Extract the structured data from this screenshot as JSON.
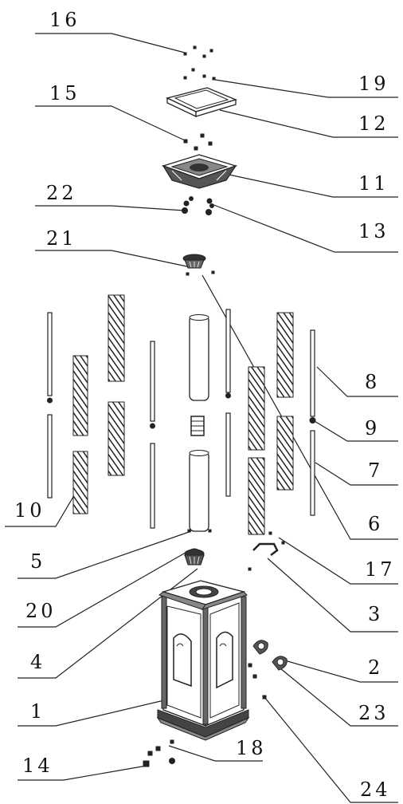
{
  "diagram": {
    "type": "exploded-parts-view",
    "colors": {
      "line": "#222222",
      "background": "#ffffff"
    },
    "labels": [
      {
        "id": "16",
        "text": "16"
      },
      {
        "id": "19",
        "text": "19"
      },
      {
        "id": "15",
        "text": "15"
      },
      {
        "id": "12",
        "text": "12"
      },
      {
        "id": "11",
        "text": "11"
      },
      {
        "id": "22",
        "text": "22"
      },
      {
        "id": "13",
        "text": "13"
      },
      {
        "id": "21",
        "text": "21"
      },
      {
        "id": "8",
        "text": "8"
      },
      {
        "id": "9",
        "text": "9"
      },
      {
        "id": "7",
        "text": "7"
      },
      {
        "id": "10",
        "text": "10"
      },
      {
        "id": "6",
        "text": "6"
      },
      {
        "id": "5",
        "text": "5"
      },
      {
        "id": "17",
        "text": "17"
      },
      {
        "id": "20",
        "text": "20"
      },
      {
        "id": "3",
        "text": "3"
      },
      {
        "id": "4",
        "text": "4"
      },
      {
        "id": "2",
        "text": "2"
      },
      {
        "id": "1",
        "text": "1"
      },
      {
        "id": "23",
        "text": "23"
      },
      {
        "id": "18",
        "text": "18"
      },
      {
        "id": "14",
        "text": "14"
      },
      {
        "id": "24",
        "text": "24"
      }
    ]
  }
}
